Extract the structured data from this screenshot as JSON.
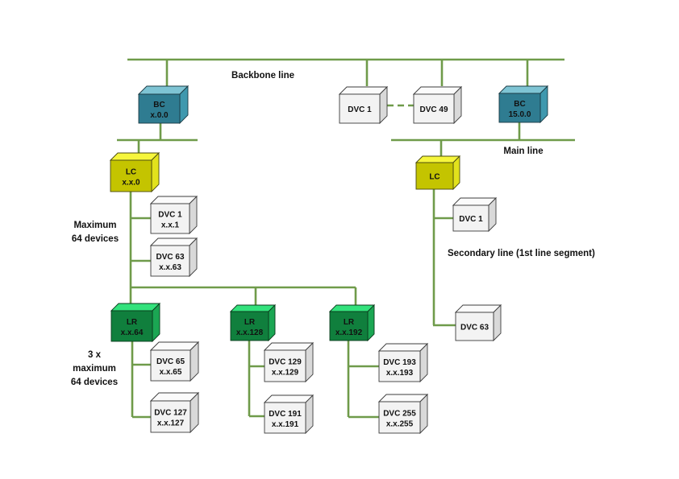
{
  "lines": {
    "backbone": "Backbone line",
    "main": "Main line",
    "secondary": "Secondary line (1st line segment)"
  },
  "annotations": {
    "max_devices": [
      "Maximum",
      "64 devices"
    ],
    "three_x_max": [
      "3 x",
      "maximum",
      "64 devices"
    ]
  },
  "nodes": {
    "bc_left": {
      "type": "BC",
      "name": "BC",
      "address": "x.0.0"
    },
    "bb_dvc1": {
      "type": "DVC",
      "name": "DVC 1"
    },
    "bb_dvc49": {
      "type": "DVC",
      "name": "DVC 49"
    },
    "bc_right": {
      "type": "BC",
      "name": "BC",
      "address": "15.0.0"
    },
    "lc_left": {
      "type": "LC",
      "name": "LC",
      "address": "x.x.0"
    },
    "dvc_1": {
      "type": "DVC",
      "name": "DVC 1",
      "address": "x.x.1"
    },
    "dvc_63": {
      "type": "DVC",
      "name": "DVC 63",
      "address": "x.x.63"
    },
    "lr_64": {
      "type": "LR",
      "name": "LR",
      "address": "x.x.64"
    },
    "lr_128": {
      "type": "LR",
      "name": "LR",
      "address": "x.x.128"
    },
    "lr_192": {
      "type": "LR",
      "name": "LR",
      "address": "x.x.192"
    },
    "dvc_65": {
      "type": "DVC",
      "name": "DVC 65",
      "address": "x.x.65"
    },
    "dvc_127": {
      "type": "DVC",
      "name": "DVC 127",
      "address": "x.x.127"
    },
    "dvc_129": {
      "type": "DVC",
      "name": "DVC 129",
      "address": "x.x.129"
    },
    "dvc_191": {
      "type": "DVC",
      "name": "DVC 191",
      "address": "x.x.191"
    },
    "dvc_193": {
      "type": "DVC",
      "name": "DVC 193",
      "address": "x.x.193"
    },
    "dvc_255": {
      "type": "DVC",
      "name": "DVC 255",
      "address": "x.x.255"
    },
    "lc_right": {
      "type": "LC",
      "name": "LC"
    },
    "sec_dvc1": {
      "type": "DVC",
      "name": "DVC 1"
    },
    "sec_dvc63": {
      "type": "DVC",
      "name": "DVC 63"
    }
  },
  "colors": {
    "line": "#6f9b4a",
    "BC": {
      "front": "#2f7c91",
      "top": "#7ec4d4",
      "side": "#3f98ae",
      "edge": "#1b3b45"
    },
    "LC": {
      "front": "#c4c400",
      "top": "#f6f63c",
      "side": "#e2e21c",
      "edge": "#4a4a10"
    },
    "LR": {
      "front": "#107f3d",
      "top": "#33e27c",
      "side": "#1ba653",
      "edge": "#0b3a1c"
    },
    "DVC": {
      "front": "#f3f3f3",
      "top": "#fbfbfb",
      "side": "#d9d9d9",
      "edge": "#3c3c3c"
    }
  }
}
